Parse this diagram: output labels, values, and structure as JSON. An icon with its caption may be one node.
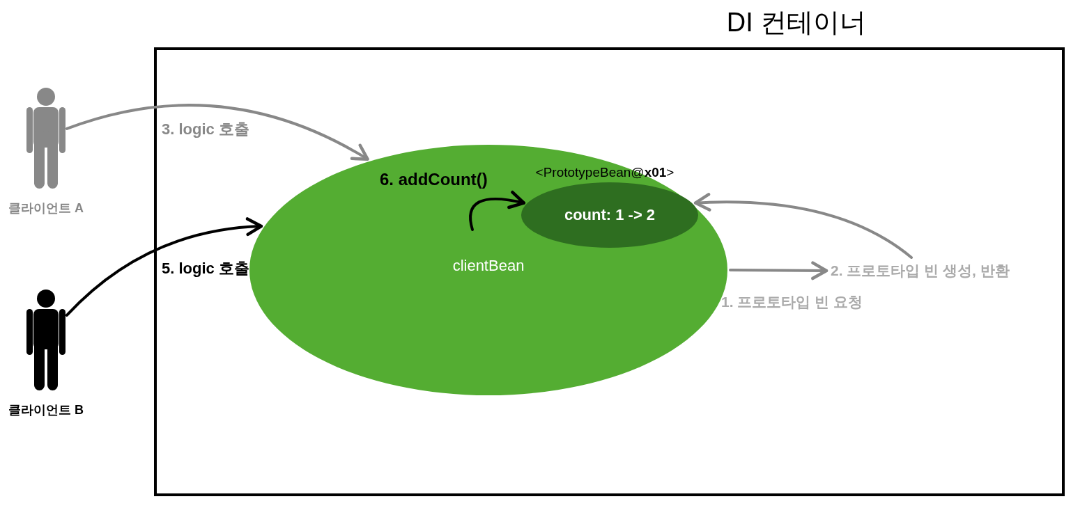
{
  "diagram": {
    "nodes": [
      {
        "text": [
          "DI 컨테이너"
        ]
      },
      {
        "text": [],
        "shape": "person",
        "beside": [
          "클라이언트 A"
        ]
      },
      {
        "text": [],
        "shape": "person",
        "beside": [
          "클라이언트 B"
        ]
      },
      {
        "text": [
          "clientBean"
        ],
        "in": 0
      },
      {
        "text": [
          "<PrototypeBean@**x01**>",
          "count: 1 -> 2"
        ],
        "in": 3
      },
      {
        "text": [
          "2. 프로토타입 빈 생성, 반환"
        ],
        "in": 0
      }
    ],
    "edges": [
      {
        "from": 1,
        "to": 3,
        "arrow": "to",
        "label": "3. logic 호출"
      },
      {
        "from": 2,
        "to": 3,
        "arrow": "to",
        "label": "5. logic 호출",
        "color": "#000000"
      },
      {
        "from": null,
        "to": 4,
        "arrow": "to",
        "label": "6. addCount()",
        "color": "#000000"
      },
      {
        "from": 3,
        "to": 5,
        "arrow": "to",
        "label": "1. 프로토타입 빈 요청"
      },
      {
        "from": 5,
        "to": 4,
        "arrow": "to"
      }
    ]
  }
}
